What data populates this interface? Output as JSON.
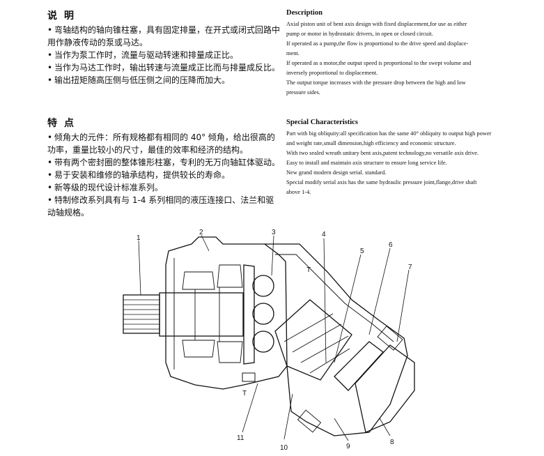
{
  "cn_description": {
    "heading": "说明",
    "items": [
      "弯轴结构的轴向锥柱塞，具有固定排量，在开式或闭式回路中用作静液传动的泵或马达。",
      "当作为泵工作时，流量与驱动转速和排量成正比。",
      "当作为马达工作时，输出转速与流量成正比而与排量成反比。",
      "输出扭矩随高压侧与低压侧之间的压降而加大。"
    ]
  },
  "en_description": {
    "heading": "Description",
    "lines": [
      "Axial piston unit of bent axis design with fixed displacement,for use as either",
      "pump or motor in hydrostatic drivers, in open or closed circuit.",
      "If operated as a pump,the flow is proportional to the drive speed and displace-",
      "ment.",
      "If operated as a motor,the output speed is proportional to the swept volume and",
      "inversely proportional to displacement.",
      "The output torque increases with the pressure drop between the high and low",
      "pressure sides."
    ]
  },
  "cn_features": {
    "heading": "特点",
    "items": [
      "倾角大的元件：所有规格都有相同的 40° 倾角，给出很高的功率，重量比较小的尺寸，最佳的效率和经济的结构。",
      "带有两个密封圈的整体锥形柱塞，专利的无万向轴缸体驱动。",
      "易于安装和维修的轴承结构，提供较长的寿命。",
      "新等级的现代设计标准系列。",
      "特制修改系列具有与 1-4 系列相同的液压连接口、法兰和驱动轴规格。"
    ]
  },
  "en_features": {
    "heading": "Special  Characteristics",
    "lines": [
      "Part with big obliquity:all specification has the same 40° obliquity to output high power",
      "and weight rate,small dimension,high efficiency and economic structure.",
      "With two sealed wreath unitary bent axis,patent technology,no versatile axis drive.",
      "Easy to install and maintain axis structure to ensure long service life.",
      "New grand modern design serial. standard.",
      "Special modify serial axis has the same hydraulic pressure joint,flange,drive shaft",
      "above 1-4."
    ]
  },
  "diagram": {
    "callouts": [
      "1",
      "2",
      "3",
      "4",
      "5",
      "6",
      "7",
      "8",
      "9",
      "10",
      "11"
    ],
    "t_labels": [
      "T",
      "T"
    ]
  }
}
